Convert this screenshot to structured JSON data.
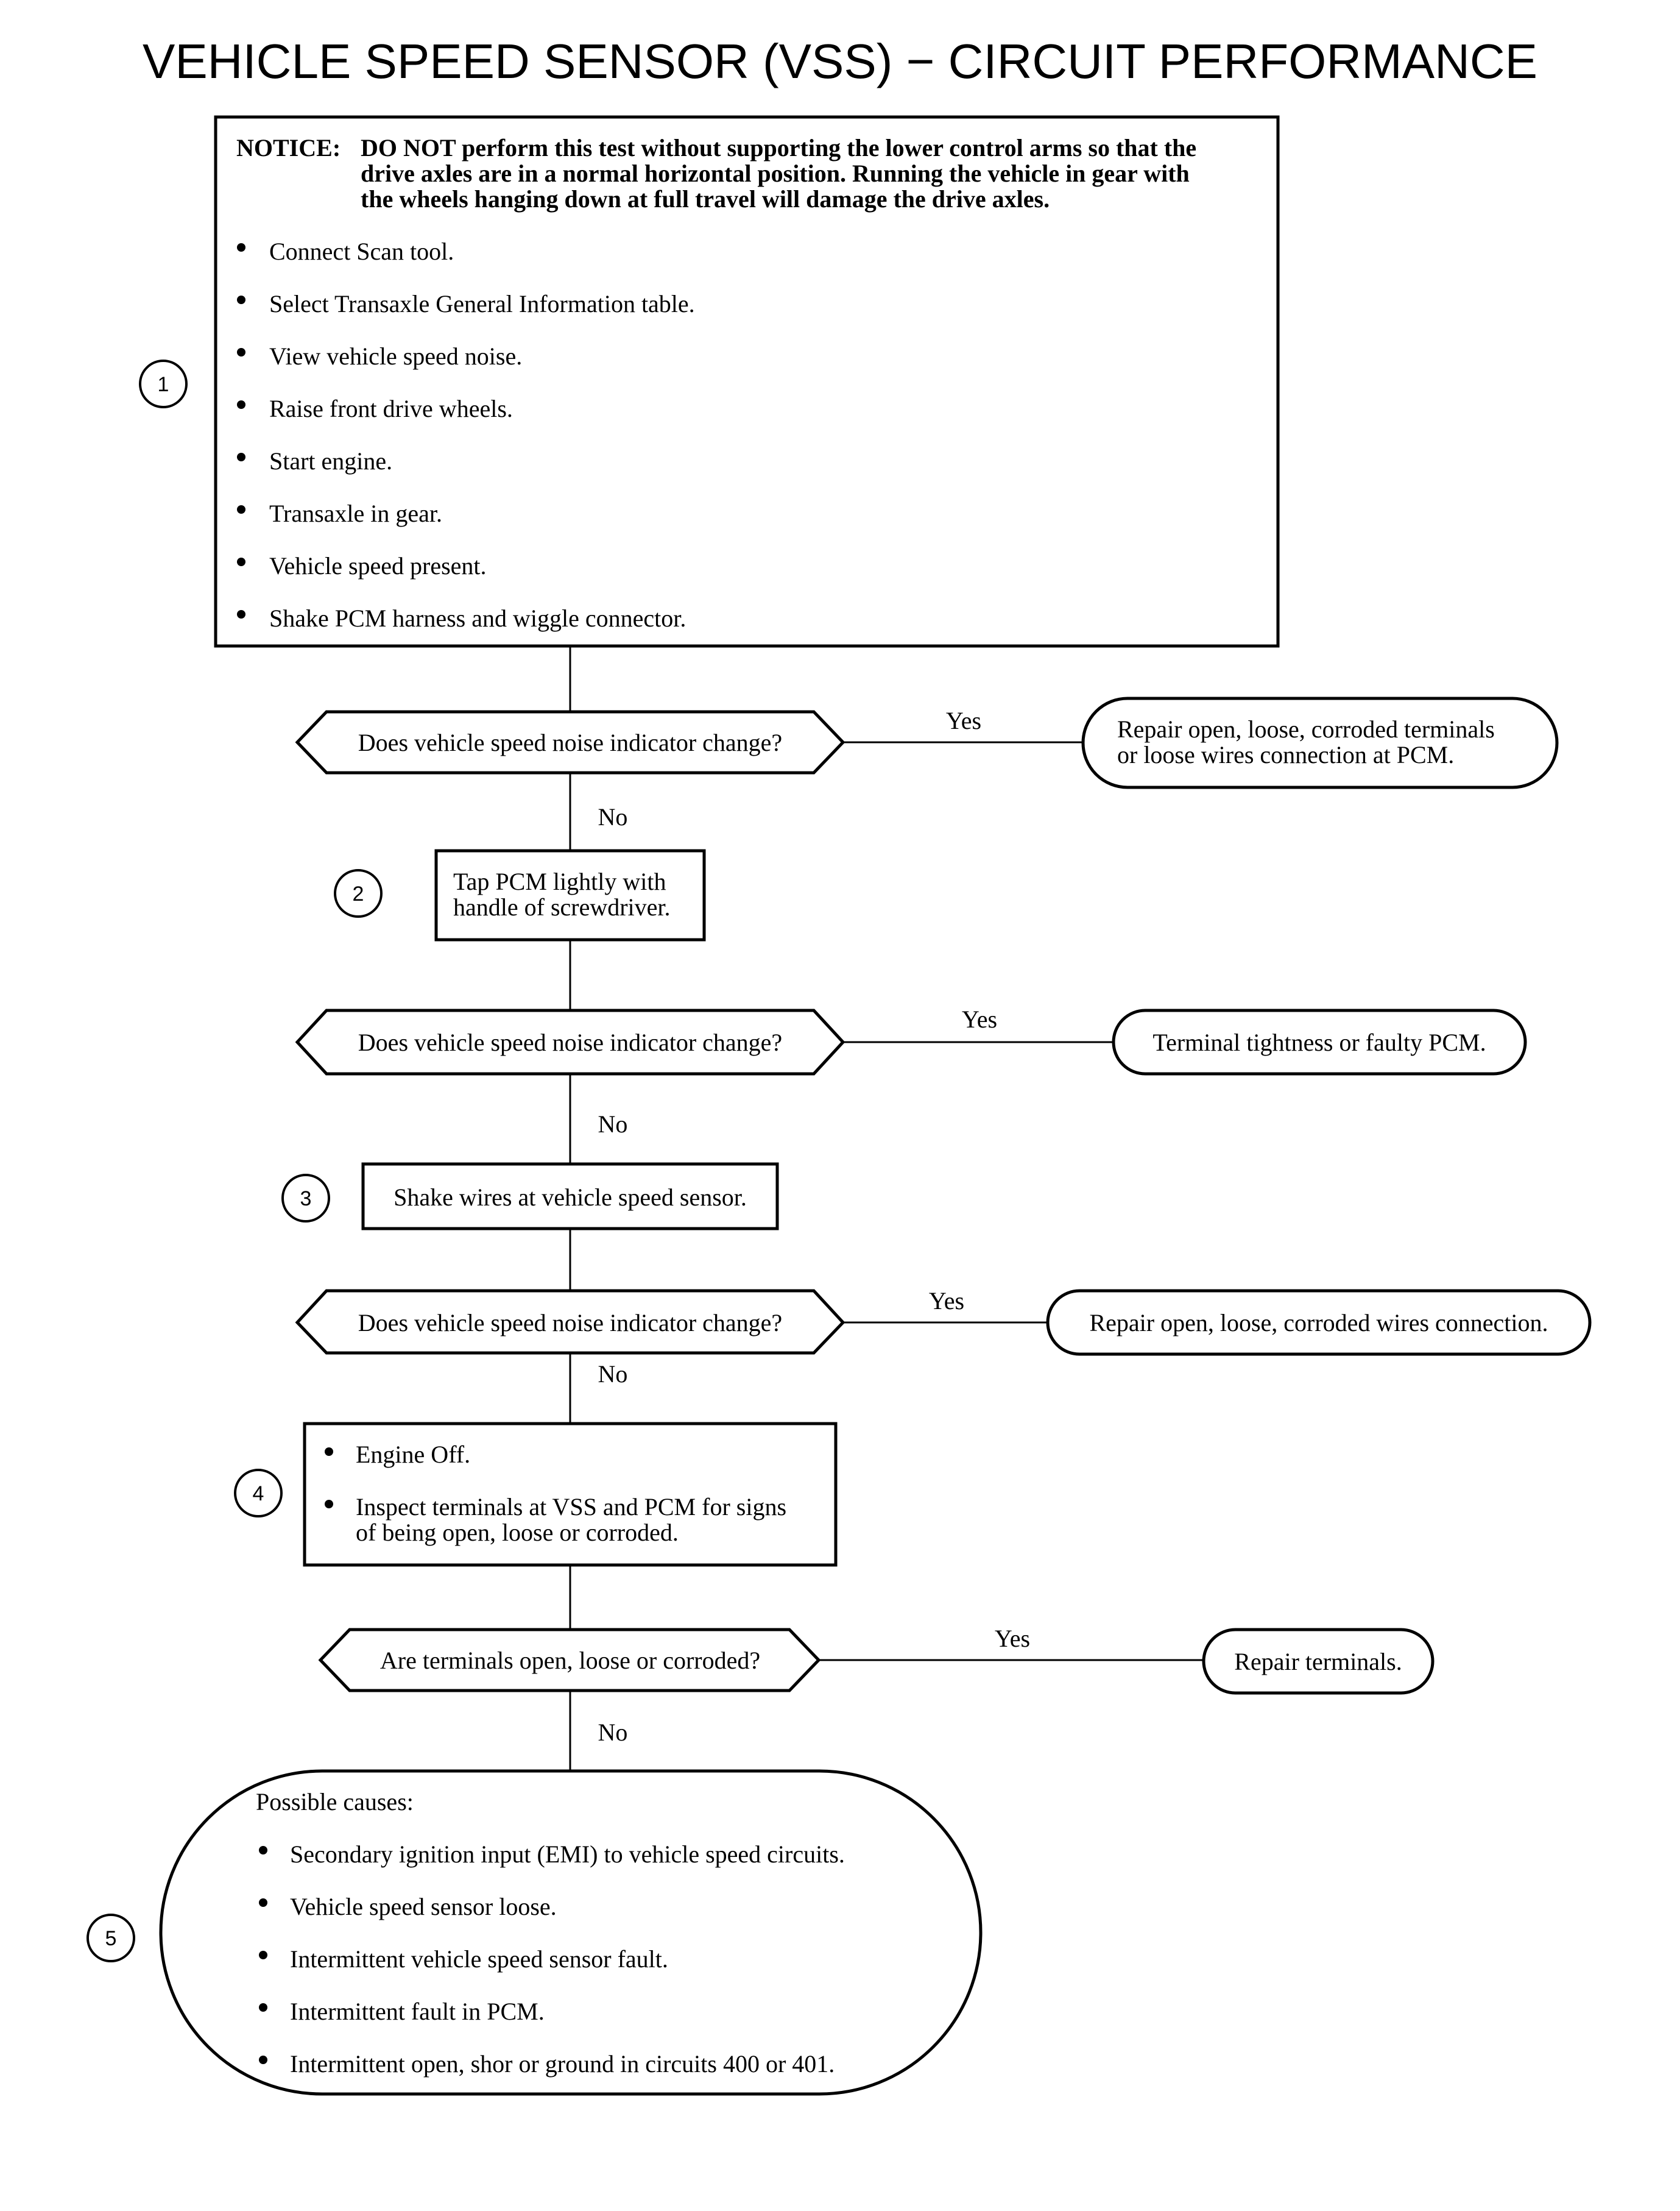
{
  "title": "VEHICLE SPEED SENSOR (VSS) − CIRCUIT PERFORMANCE",
  "box1": {
    "notice_label": "NOTICE:",
    "notice_lines": [
      "DO NOT perform this test without supporting the lower control arms so that the",
      "drive axles are in a normal horizontal position. Running the vehicle in gear with",
      "the wheels hanging down at full travel will damage the drive axles."
    ],
    "items": [
      "Connect Scan tool.",
      "Select Transaxle General Information table.",
      "View vehicle speed noise.",
      "Raise front drive wheels.",
      "Start engine.",
      "Transaxle in gear.",
      "Vehicle speed present.",
      "Shake PCM harness and wiggle connector."
    ]
  },
  "steps": [
    "1",
    "2",
    "3",
    "4",
    "5"
  ],
  "questions": [
    "Does vehicle speed noise indicator change?",
    "Does vehicle speed noise indicator change?",
    "Does vehicle speed noise indicator change?",
    "Are terminals open, loose or corroded?"
  ],
  "yes_label": "Yes",
  "no_label": "No",
  "results": [
    [
      "Repair open, loose, corroded terminals",
      "or loose wires connection at PCM."
    ],
    [
      "Terminal tightness or faulty PCM."
    ],
    [
      "Repair open, loose, corroded wires connection."
    ],
    [
      "Repair terminals."
    ]
  ],
  "box2": [
    "Tap PCM lightly with",
    "handle of screwdriver."
  ],
  "box3": "Shake wires at vehicle speed sensor.",
  "box4": {
    "item1": "Engine Off.",
    "item2_lines": [
      "Inspect terminals at VSS and PCM for signs",
      "of being open, loose or corroded."
    ]
  },
  "box5": {
    "heading": "Possible causes:",
    "items": [
      "Secondary ignition input (EMI) to vehicle speed circuits.",
      "Vehicle speed sensor loose.",
      "Intermittent vehicle speed sensor fault.",
      "Intermittent fault in PCM.",
      "Intermittent open, shor or ground in circuits 400 or 401."
    ]
  }
}
